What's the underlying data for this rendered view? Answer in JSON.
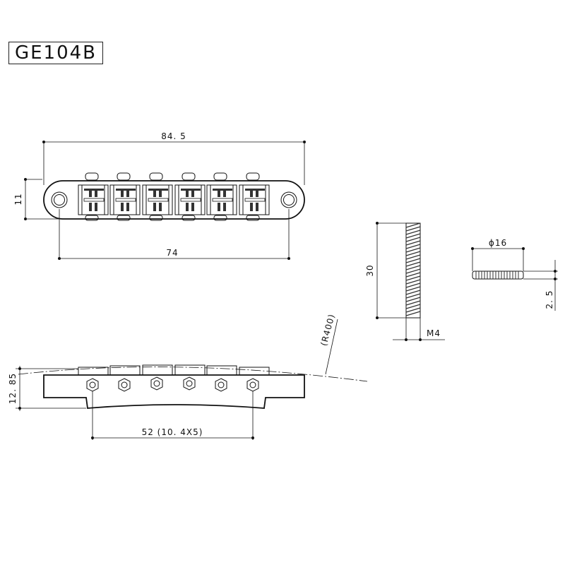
{
  "model": "GE104B",
  "top_view": {
    "overall_length": "84. 5",
    "post_spacing": "74",
    "height": "11",
    "saddle_count": 6
  },
  "side_view": {
    "height": "12. 85",
    "radius": "(R400)",
    "string_spacing": "52 (10. 4X5)"
  },
  "stud": {
    "length": "30",
    "thread": "M4"
  },
  "wheel": {
    "diameter": "ϕ16",
    "thickness": "2. 5"
  }
}
